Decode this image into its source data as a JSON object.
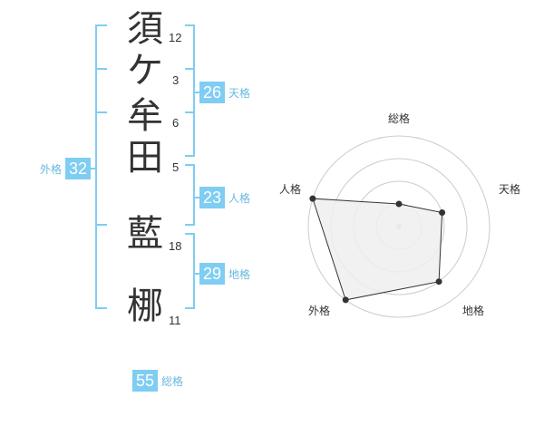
{
  "surname": [
    {
      "char": "須",
      "strokes": "12"
    },
    {
      "char": "ケ",
      "strokes": "3"
    },
    {
      "char": "牟",
      "strokes": "6"
    },
    {
      "char": "田",
      "strokes": "5"
    }
  ],
  "given": [
    {
      "char": "藍",
      "strokes": "18"
    },
    {
      "char": "梛",
      "strokes": "11"
    }
  ],
  "kaku": {
    "tenkaku": {
      "value": "26",
      "label": "天格"
    },
    "jinkaku": {
      "value": "23",
      "label": "人格"
    },
    "chikaku": {
      "value": "29",
      "label": "地格"
    },
    "gaikaku": {
      "value": "32",
      "label": "外格"
    },
    "soukaku": {
      "value": "55",
      "label": "総格"
    }
  },
  "radar": {
    "labels": {
      "sou": "総格",
      "ten": "天格",
      "chi": "地格",
      "gai": "外格",
      "jin": "人格"
    },
    "levels": 4,
    "values": {
      "sou": 1,
      "ten": 2,
      "chi": 3,
      "gai": 4,
      "jin": 4
    }
  },
  "colors": {
    "accent": "#7fcdf2",
    "bracket": "#7fcdf2",
    "ring": "#cccccc",
    "polygon_fill": "#eeeeee",
    "polygon_stroke": "#333333"
  }
}
